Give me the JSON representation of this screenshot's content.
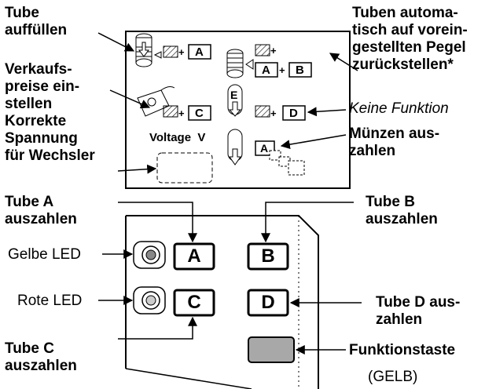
{
  "labels": {
    "fill_tubes": "Tube\nauffüllen",
    "auto_reset": "Tuben automa-\ntisch auf vorein-\ngestellten Pegel\nzurückstellen*",
    "set_prices": "Verkaufs-\npreise ein-\nstellen",
    "no_function": "Keine Funktion",
    "voltage_correct": "Korrekte\nSpannung\nfür Wechsler",
    "pay_coins": "Münzen aus-\nzahlen",
    "tube_a": "Tube A\nauszahlen",
    "tube_b": "Tube B\nauszahlen",
    "yellow_led": "Gelbe LED",
    "red_led": "Rote LED",
    "tube_d": "Tube D aus-\nzahlen",
    "tube_c": "Tube C\nauszahlen",
    "function_key": "Funktionstaste",
    "yellow": "(GELB)"
  },
  "display": {
    "voltage": "Voltage  V",
    "e_letter": "E",
    "keys": {
      "a": "A",
      "b": "B",
      "c": "C",
      "d": "D"
    },
    "plus": "+"
  },
  "panel": {
    "buttons": {
      "a": "A",
      "b": "B",
      "c": "C",
      "d": "D"
    }
  },
  "colors": {
    "function_button": "#a8a8a8",
    "line": "#000000"
  }
}
